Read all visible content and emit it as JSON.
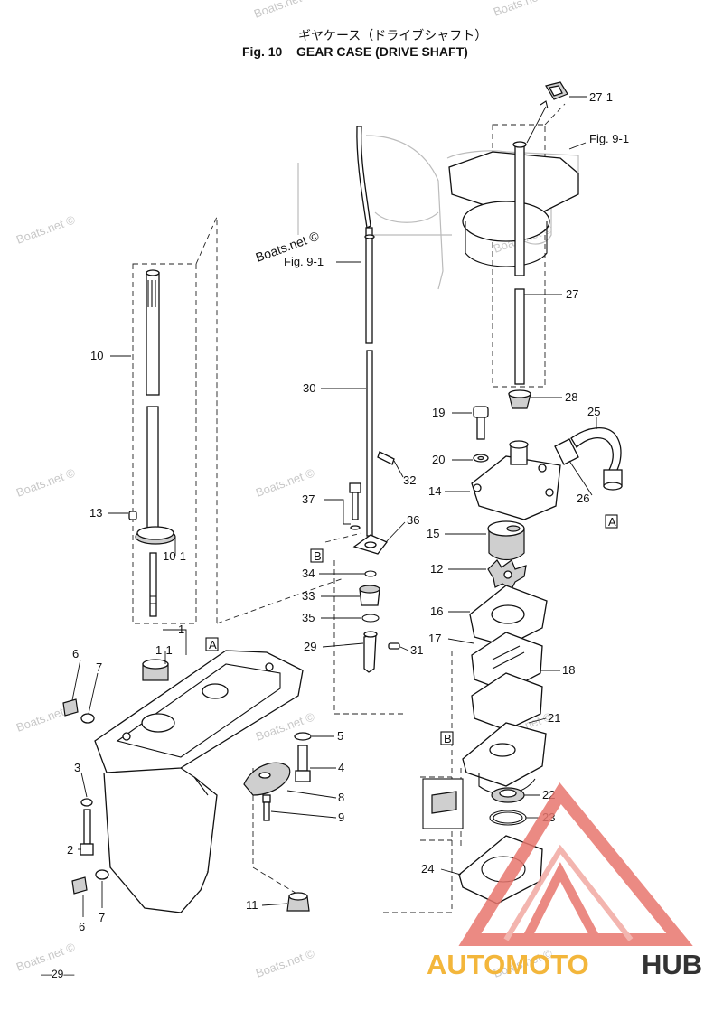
{
  "title": {
    "japanese": "ギヤケース（ドライブシャフト）",
    "figure_number": "Fig. 10",
    "english": "GEAR CASE (DRIVE SHAFT)"
  },
  "page_number": "—29—",
  "watermark": "Boats.net ©",
  "brand": {
    "part1": "AUTOMOTO",
    "part2": "HUB",
    "accent_color": "#f3b63b",
    "logo_color": "#e8766e"
  },
  "box_markers": {
    "a": "A",
    "b": "B"
  },
  "parts": [
    {
      "id": "p27-1",
      "label": "27-1"
    },
    {
      "id": "p9-1a",
      "label": "Fig. 9-1"
    },
    {
      "id": "p9-1b",
      "label": "Fig. 9-1"
    },
    {
      "id": "p27",
      "label": "27"
    },
    {
      "id": "p10",
      "label": "10"
    },
    {
      "id": "p30",
      "label": "30"
    },
    {
      "id": "p28",
      "label": "28"
    },
    {
      "id": "p19",
      "label": "19"
    },
    {
      "id": "p25",
      "label": "25"
    },
    {
      "id": "p20",
      "label": "20"
    },
    {
      "id": "p32",
      "label": "32"
    },
    {
      "id": "p14",
      "label": "14"
    },
    {
      "id": "p26",
      "label": "26"
    },
    {
      "id": "p37",
      "label": "37"
    },
    {
      "id": "p13",
      "label": "13"
    },
    {
      "id": "p36",
      "label": "36"
    },
    {
      "id": "p15",
      "label": "15"
    },
    {
      "id": "p10-1",
      "label": "10-1"
    },
    {
      "id": "p34",
      "label": "34"
    },
    {
      "id": "p12",
      "label": "12"
    },
    {
      "id": "p33",
      "label": "33"
    },
    {
      "id": "p16",
      "label": "16"
    },
    {
      "id": "p35",
      "label": "35"
    },
    {
      "id": "p1",
      "label": "1"
    },
    {
      "id": "p29",
      "label": "29"
    },
    {
      "id": "p31",
      "label": "31"
    },
    {
      "id": "p17",
      "label": "17"
    },
    {
      "id": "p1-1",
      "label": "1-1"
    },
    {
      "id": "p6a",
      "label": "6"
    },
    {
      "id": "p7a",
      "label": "7"
    },
    {
      "id": "p18",
      "label": "18"
    },
    {
      "id": "p21",
      "label": "21"
    },
    {
      "id": "p5",
      "label": "5"
    },
    {
      "id": "p3",
      "label": "3"
    },
    {
      "id": "p4",
      "label": "4"
    },
    {
      "id": "p8",
      "label": "8"
    },
    {
      "id": "p22",
      "label": "22"
    },
    {
      "id": "p9",
      "label": "9"
    },
    {
      "id": "p23",
      "label": "23"
    },
    {
      "id": "p2",
      "label": "2"
    },
    {
      "id": "p24",
      "label": "24"
    },
    {
      "id": "p11",
      "label": "11"
    },
    {
      "id": "p6b",
      "label": "6"
    },
    {
      "id": "p7b",
      "label": "7"
    }
  ]
}
